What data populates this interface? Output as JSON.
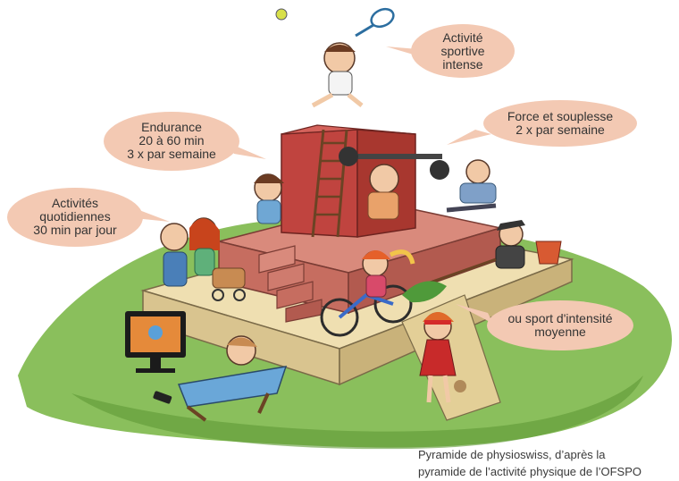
{
  "bubbles": [
    {
      "id": "intense",
      "lines": [
        "Activité",
        "sportive",
        "intense"
      ]
    },
    {
      "id": "strength",
      "lines": [
        "Force et souplesse",
        "2 x par semaine"
      ]
    },
    {
      "id": "endurance",
      "lines": [
        "Endurance",
        "20 à 60 min",
        "3 x par semaine"
      ]
    },
    {
      "id": "daily",
      "lines": [
        "Activités",
        "quotidiennes",
        "30 min par jour"
      ]
    },
    {
      "id": "moderate",
      "lines": [
        "ou sport d'intensité",
        "moyenne"
      ]
    }
  ],
  "caption": {
    "line1": "Pyramide de physioswiss, d’après la",
    "line2": "pyramide de l’activité physique de l’OFSPO"
  },
  "colors": {
    "grass": "#7db84a",
    "pyramid_base": "#e9d6a4",
    "pyramid_mid": "#c96a5e",
    "pyramid_top": "#c0443f",
    "bubble": "#f3c9b3"
  }
}
